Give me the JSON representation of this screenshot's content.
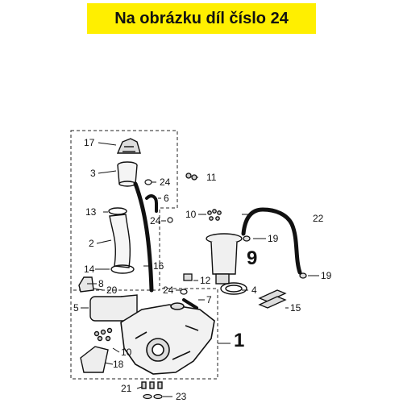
{
  "header": {
    "title": "Na obrázku díl číslo 24"
  },
  "parts": {
    "p1": "1",
    "p2": "2",
    "p3": "3",
    "p4": "4",
    "p5": "5",
    "p6": "6",
    "p7": "7",
    "p8": "8",
    "p9": "9",
    "p10a": "10",
    "p10b": "10",
    "p11": "11",
    "p12": "12",
    "p13": "13",
    "p14": "14",
    "p15": "15",
    "p16": "16",
    "p17": "17",
    "p18": "18",
    "p19a": "19",
    "p19b": "19",
    "p20": "20",
    "p21": "21",
    "p22": "22",
    "p23": "23",
    "p24a": "24",
    "p24b": "24",
    "p24c": "24"
  }
}
